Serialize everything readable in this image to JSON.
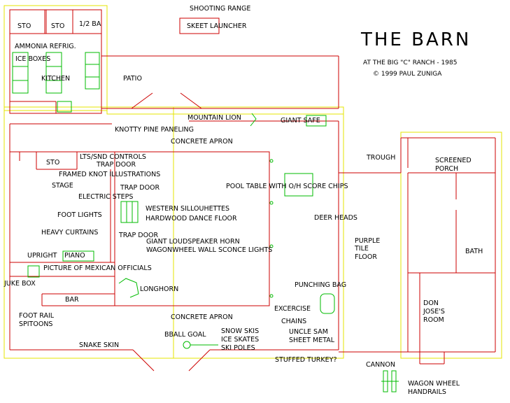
{
  "title": "THE BARN",
  "subtitle": "AT THE BIG \"C\" RANCH - 1985",
  "copyright": "©  1999 PAUL ZUNIGA",
  "labels": {
    "shooting_range": "SHOOTING RANGE",
    "skeet_launcher": "SKEET LAUNCHER",
    "sto_1": "STO",
    "sto_2": "STO",
    "half_bath": "1/2 BA",
    "ammonia_refrig": "AMMONIA REFRIG.",
    "ice_boxes": "ICE BOXES",
    "kitchen": "KITCHEN",
    "patio": "PATIO",
    "mountain_lion": "MOUNTAIN LION",
    "giant_safe": "GIANT SAFE",
    "knotty_pine": "KNOTTY PINE PANELING",
    "concrete_apron_top": "CONCRETE APRON",
    "lts_snd_controls": "LTS/SND CONTROLS",
    "sto_3": "STO",
    "trap_door_1": "TRAP DOOR",
    "framed_illustrations": "FRAMED KNOT ILLUSTRATIONS",
    "stage": "STAGE",
    "trap_door_2": "TRAP DOOR",
    "electric_steps": "ELECTRIC STEPS",
    "western_silhouettes": "WESTERN SILLOUHETTES",
    "foot_lights": "FOOT LIGHTS",
    "hardwood_floor": "HARDWOOD DANCE FLOOR",
    "heavy_curtains": "HEAVY CURTAINS",
    "trap_door_3": "TRAP DOOR",
    "loudspeaker": "GIANT LOUDSPEAKER HORN",
    "wagonwheel_sconce": "WAGONWHEEL WALL SCONCE LIGHTS",
    "upright": "UPRIGHT",
    "piano": "PIANO",
    "mexican_officials": "PICTURE OF MEXICAN OFFICIALS",
    "juke_box": "JUKE BOX",
    "longhorn": "LONGHORN",
    "bar": "BAR",
    "foot_rail": "FOOT RAIL",
    "spitoons": "SPITOONS",
    "concrete_apron_bottom": "CONCRETE APRON",
    "bball_goal": "BBALL GOAL",
    "snow_skis": "SNOW SKIS",
    "ice_skates": "ICE SKATES",
    "ski_poles": "SKI POLES",
    "snake_skin": "SNAKE SKIN",
    "pool_table": "POOL TABLE WITH O/H SCORE CHIPS",
    "deer_heads": "DEER HEADS",
    "punching_bag": "PUNCHING BAG",
    "excercise": "EXCERCISE",
    "chains": "CHAINS",
    "uncle_sam": "UNCLE SAM",
    "sheet_metal": "SHEET METAL",
    "stuffed_turkey": "STUFFED TURKEY?",
    "cannon": "CANNON",
    "wagon_wheel": "WAGON WHEEL",
    "handrails": "HANDRAILS",
    "trough": "TROUGH",
    "screened": "SCREENED",
    "porch": "PORCH",
    "purple": "PURPLE",
    "tile": "TILE",
    "floor": "FLOOR",
    "bath": "BATH",
    "don_joses": "DON",
    "jose": "JOSE'S",
    "room": "ROOM"
  },
  "colors": {
    "walls": "#cc0000",
    "outline": "#e6e600",
    "fixtures": "#00bb00",
    "text": "#000000"
  }
}
